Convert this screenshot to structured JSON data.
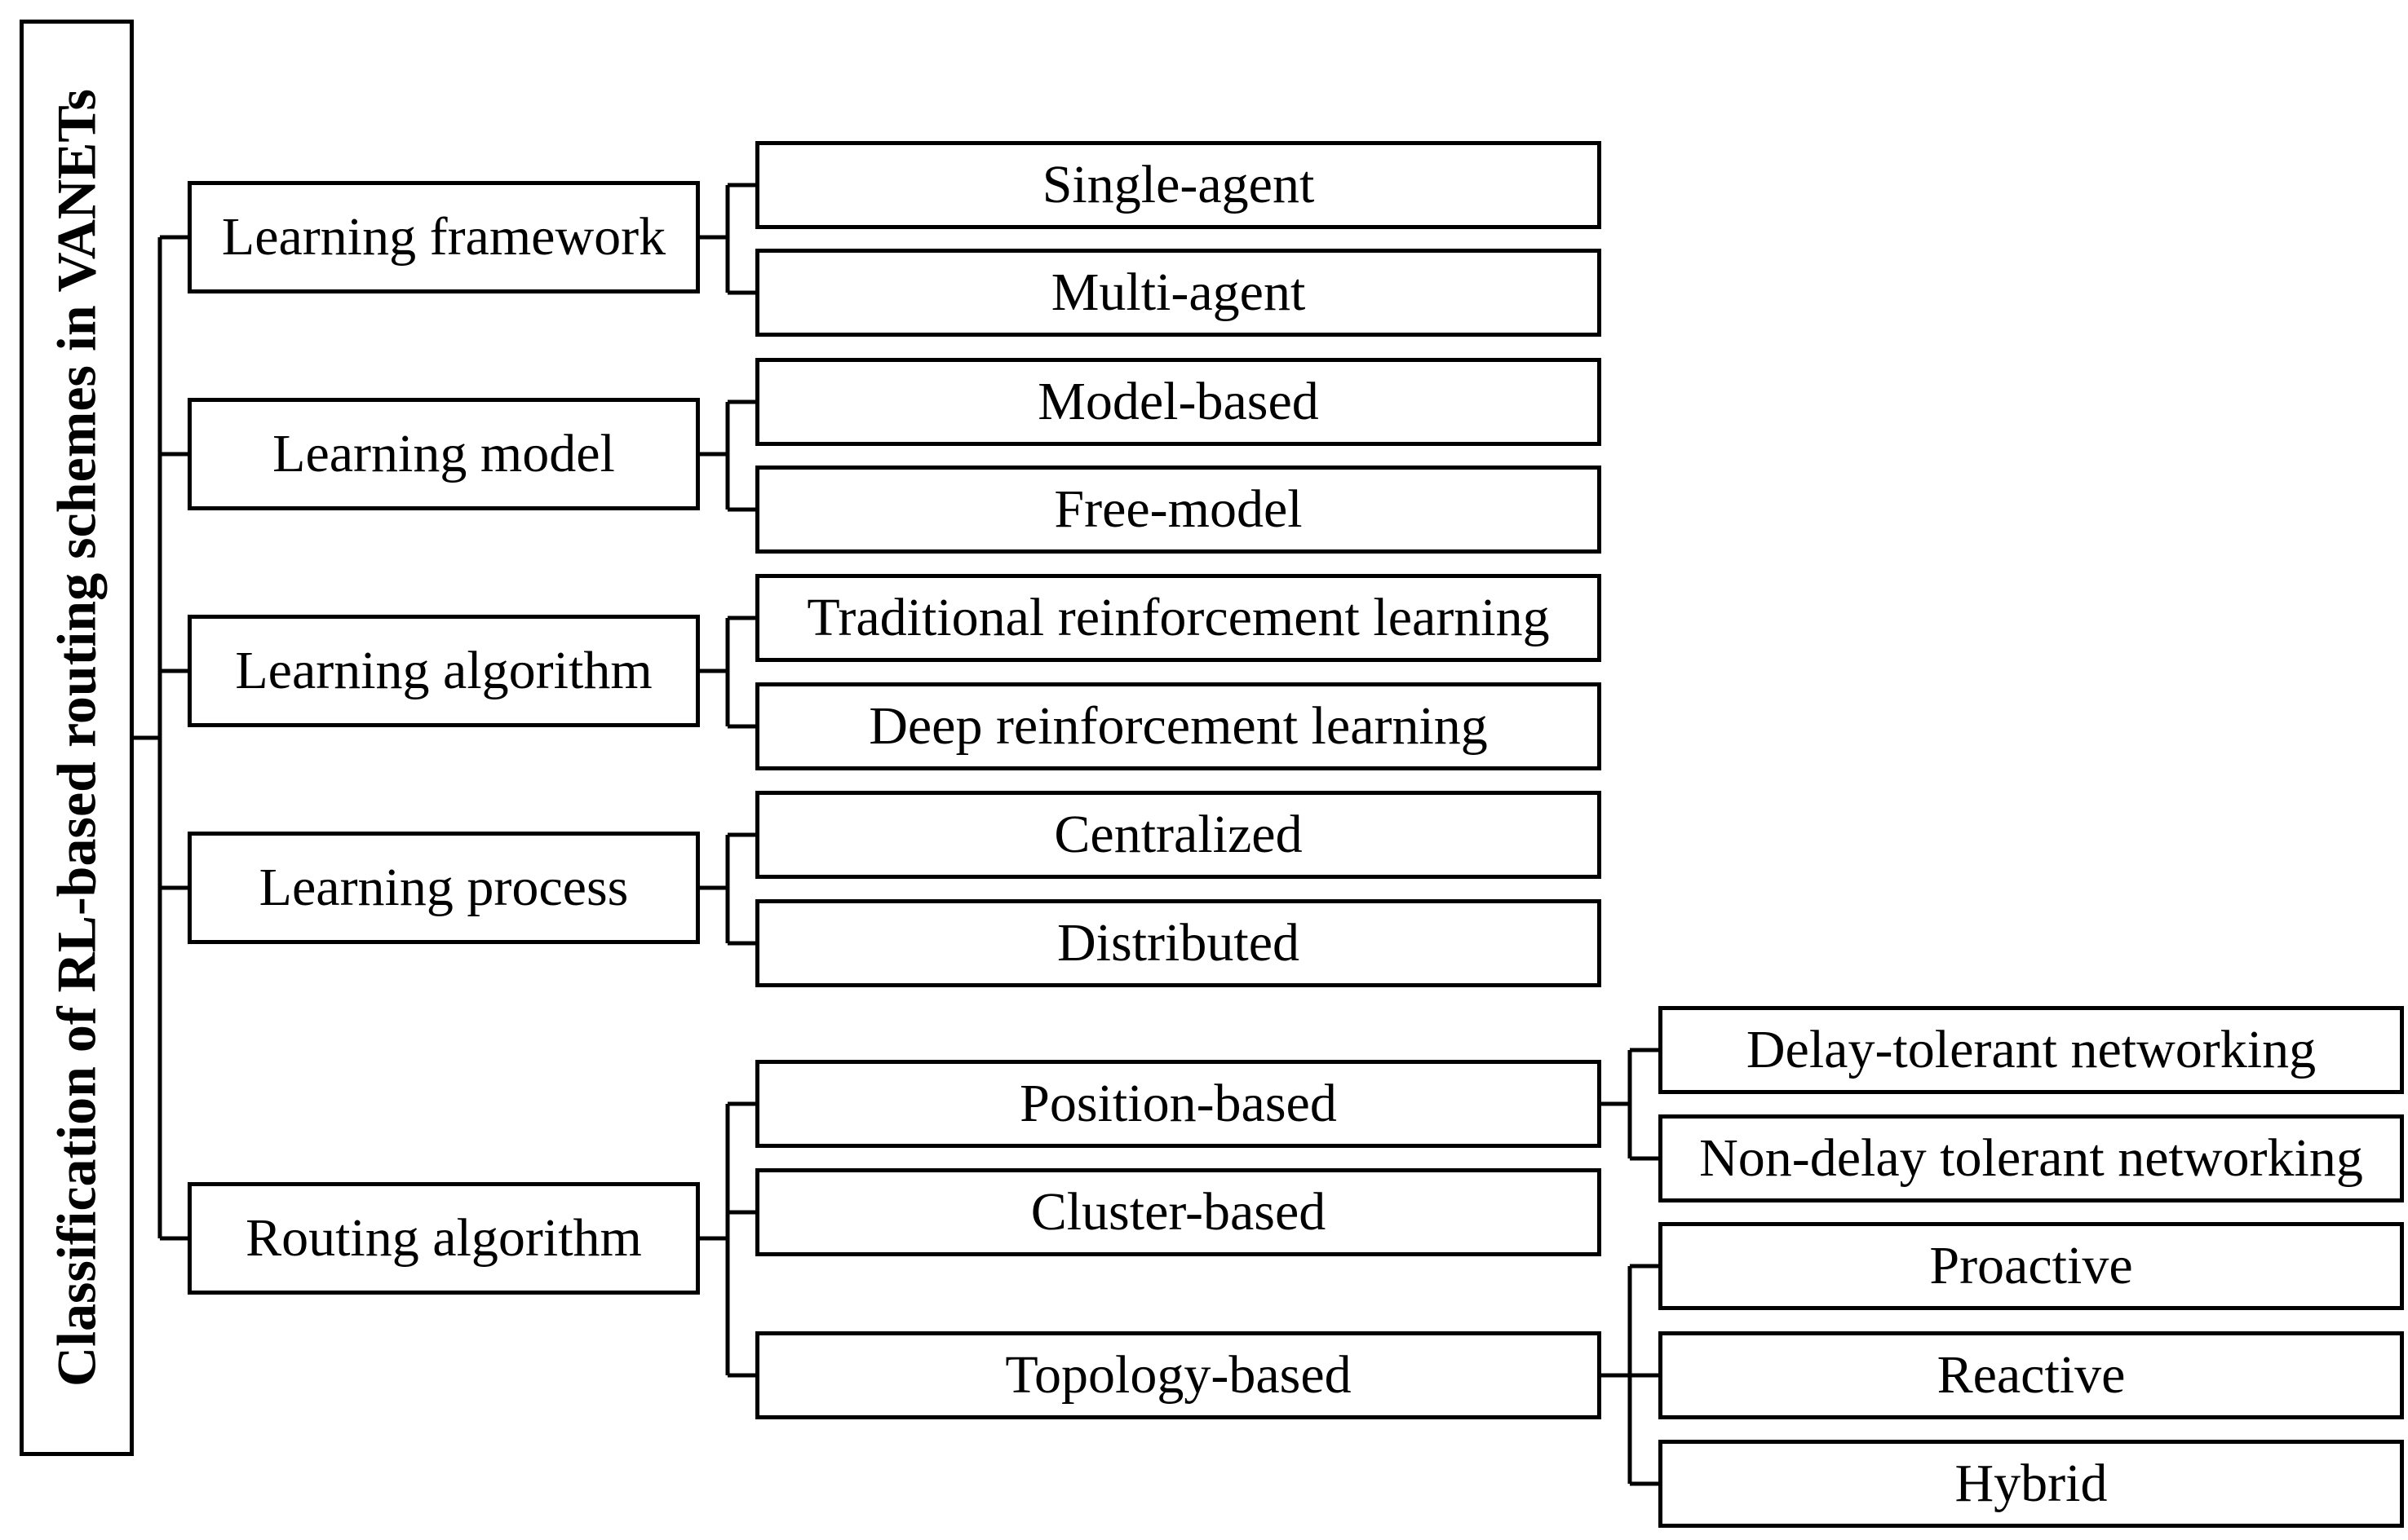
{
  "root": {
    "label": "Classification of RL-based routing schemes in VANETs"
  },
  "categories": [
    {
      "label": "Learning framework",
      "children": [
        "Single-agent",
        "Multi-agent"
      ]
    },
    {
      "label": "Learning model",
      "children": [
        "Model-based",
        "Free-model"
      ]
    },
    {
      "label": "Learning algorithm",
      "children": [
        "Traditional reinforcement learning",
        "Deep reinforcement learning"
      ]
    },
    {
      "label": "Learning process",
      "children": [
        "Centralized",
        "Distributed"
      ]
    },
    {
      "label": "Routing algorithm",
      "children": [
        "Position-based",
        "Cluster-based",
        "Topology-based"
      ]
    }
  ],
  "subcategories": {
    "position_based": [
      "Delay-tolerant networking",
      "Non-delay tolerant networking"
    ],
    "topology_based": [
      "Proactive",
      "Reactive",
      "Hybrid"
    ]
  }
}
